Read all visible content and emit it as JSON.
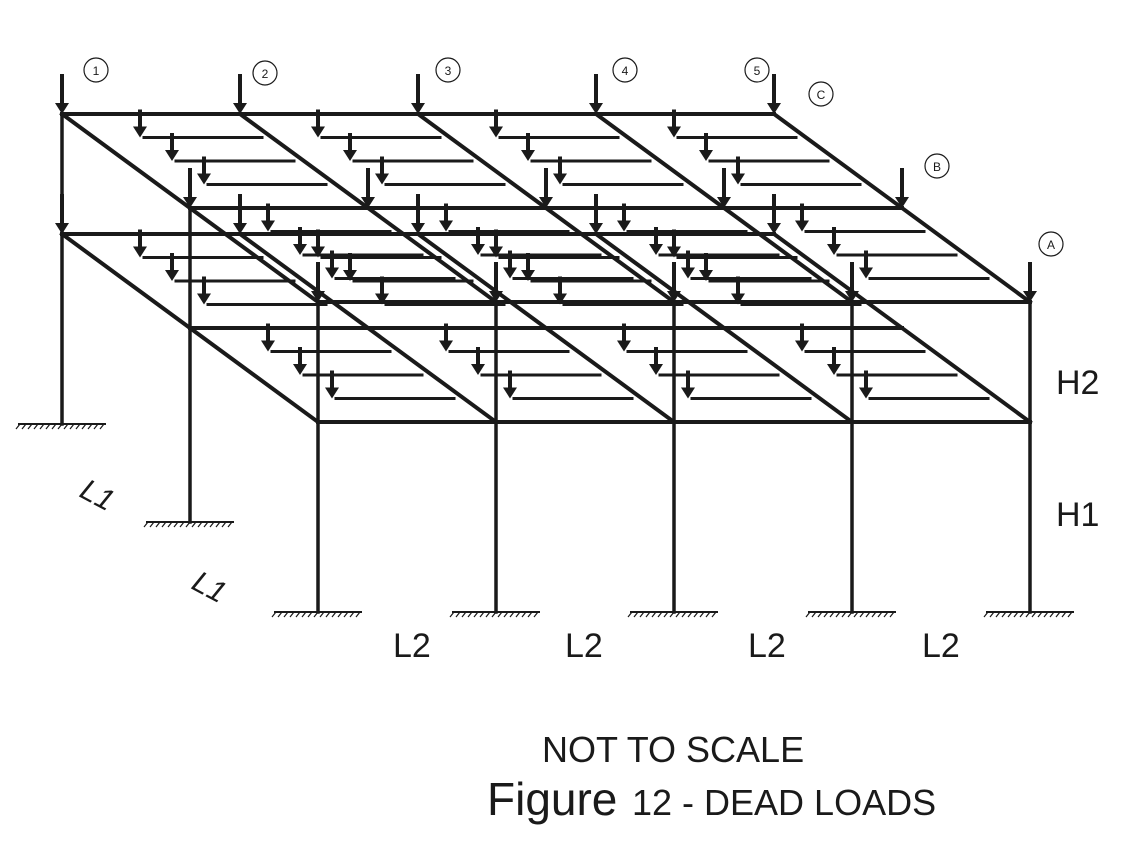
{
  "grid_lines": {
    "columns": [
      "1",
      "2",
      "3",
      "4",
      "5"
    ],
    "rows": [
      "C",
      "B",
      "A"
    ]
  },
  "dimensions": {
    "storey_heights": [
      "H2",
      "H1"
    ],
    "bay_lengths": [
      "L2",
      "L2",
      "L2",
      "L2"
    ],
    "depth_lengths": [
      "L1",
      "L1"
    ]
  },
  "notes": {
    "scale": "NOT TO SCALE",
    "figure_prefix": "Figure",
    "figure_title": "12 - DEAD LOADS"
  },
  "colors": {
    "ink": "#1a1a1a",
    "background": "#ffffff"
  }
}
